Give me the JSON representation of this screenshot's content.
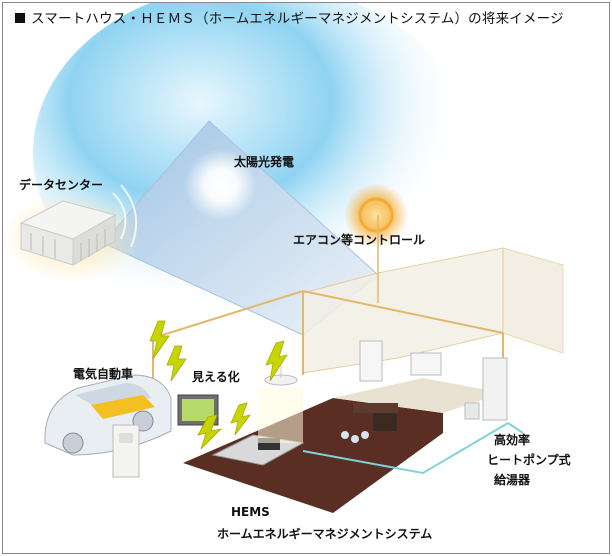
{
  "title": "スマートハウス・ＨＥＭＳ（ホームエネルギーマネジメントシステム）の将来イメージ",
  "labels": {
    "solar": "太陽光発電",
    "datacenter": "データセンター",
    "aircon": "エアコン等コントロール",
    "ev": "電気自動車",
    "visualization": "見える化",
    "heatpump_line1": "高効率",
    "heatpump_line2": "ヒートポンプ式",
    "heatpump_line3": "給湯器",
    "hems_line1": "HEMS",
    "hems_line2": "ホームエネルギーマネジメントシステム"
  },
  "colors": {
    "sky": "#8fd3f2",
    "floor": "#5a2e22",
    "lightning": "#c8d400",
    "sun_glow": "#ffe08a",
    "aircon_glow": "#f5a623"
  }
}
